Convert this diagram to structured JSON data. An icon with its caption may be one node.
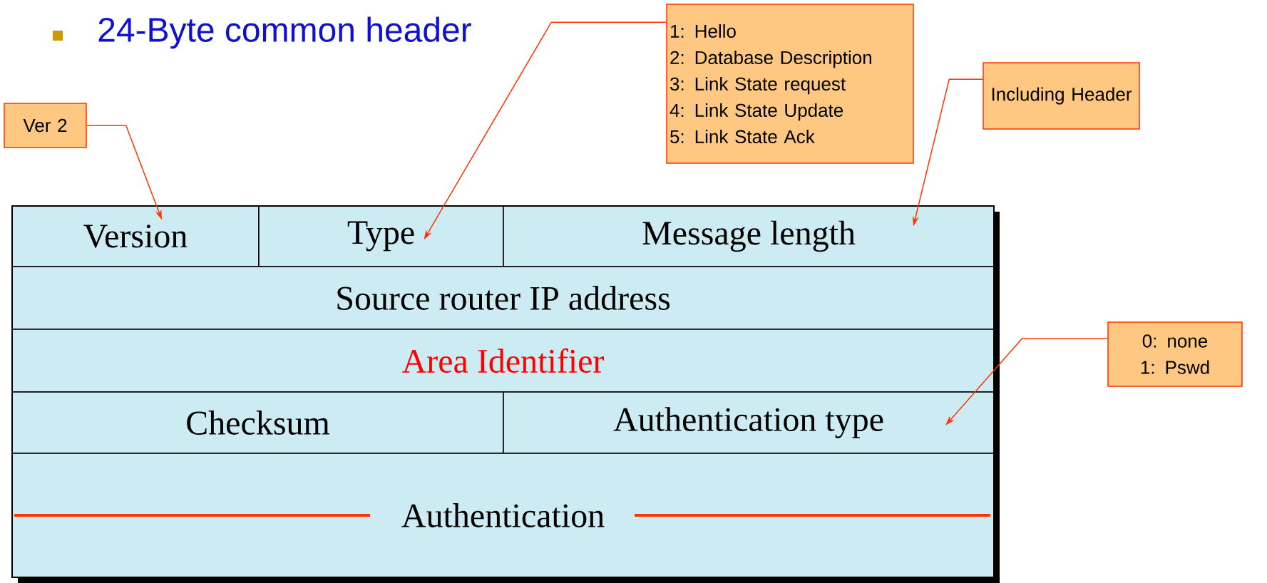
{
  "diagram": {
    "title": "24-Byte common header",
    "nodes": [
      {
        "text": [
          "Ver 2"
        ]
      },
      {
        "text": [
          "1: Hello",
          "2: Database Description",
          "3: Link State request",
          "4: Link State Update",
          "5: Link State Ack"
        ]
      },
      {
        "text": [
          "Including Header"
        ]
      },
      {
        "text": [
          "0: none",
          "1: Pswd"
        ]
      },
      {
        "text": [
          "Version"
        ]
      },
      {
        "text": [
          "Type"
        ]
      },
      {
        "text": [
          "Message length"
        ]
      },
      {
        "text": [
          "Source router IP address"
        ]
      },
      {
        "text": [
          "Area Identifier"
        ]
      },
      {
        "text": [
          "Checksum"
        ]
      },
      {
        "text": [
          "Authentication type"
        ]
      },
      {
        "text": [
          "Authentication"
        ]
      }
    ],
    "edges": [
      {
        "from": 0,
        "to": 4,
        "arrow": "to"
      },
      {
        "from": 1,
        "to": 5,
        "arrow": "to"
      },
      {
        "from": 2,
        "to": 6,
        "arrow": "to"
      },
      {
        "from": 3,
        "to": 10,
        "arrow": "to"
      }
    ]
  }
}
